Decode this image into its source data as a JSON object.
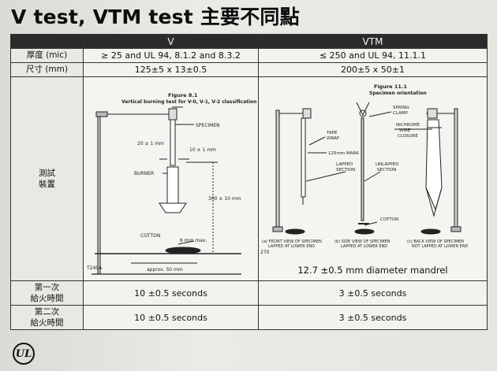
{
  "title": "V test, VTM test 主要不同點",
  "table": {
    "headers": [
      "",
      "V",
      "VTM"
    ],
    "rows": {
      "thickness": {
        "label": "厚度 (mic)",
        "v": "≥ 25 and UL 94, 8.1.2 and 8.3.2",
        "vtm": "≤ 250 and UL 94, 11.1.1"
      },
      "size": {
        "label": "尺寸 (mm)",
        "v": "125±5 x 13±0.5",
        "vtm": "200±5 x 50±1"
      },
      "apparatus": {
        "label_line1": "測試",
        "label_line2": "裝置"
      },
      "first_flame": {
        "label_line1": "第一次",
        "label_line2": "給火時間",
        "v": "10 ±0.5 seconds",
        "vtm": "3 ±0.5 seconds"
      },
      "second_flame": {
        "label_line1": "第二次",
        "label_line2": "給火時間",
        "v": "10 ±0.5 seconds",
        "vtm": "3 ±0.5 seconds"
      }
    }
  },
  "figure_v": {
    "title": "Figure 8.1",
    "subtitle": "Vertical burning test for V-0, V-1, V-2 classification",
    "specimen": "SPECIMEN",
    "dim1": "20 ± 1 mm",
    "dim2": "10 ± 1 mm",
    "burner": "BURNER",
    "dim3": "300 ± 10 mm",
    "cotton": "COTTON",
    "dim4": "6 mm max.",
    "dim5": "approx. 50 mm",
    "code": "T240A"
  },
  "figure_vtm": {
    "title": "Figure 11.1",
    "subtitle": "Specimen orientation",
    "tape": "TAPE",
    "wrap": "WRAP",
    "spring": "SPRING",
    "clamp": "CLAMP",
    "mark": "125mm MARK",
    "nichrome": "NICHROME",
    "wire": "WIRE",
    "closure": "CLOSURE",
    "lapped": "LAPPED",
    "lapped_section": "SECTION",
    "unlapped": "UNLAPPED",
    "unlapped_section": "SECTION",
    "cotton": "COTTON",
    "cap_a1": "(a) FRONT VIEW OF SPECIMEN",
    "cap_a2": "LAPPED AT LOWER END",
    "cap_b1": "(b) SIDE VIEW OF SPECIMEN",
    "cap_b2": "LAPPED AT LOWER END",
    "cap_c1": "(c) BACK VIEW OF SPECIMEN",
    "cap_c2": "NOT LAPPED AT LOWER END",
    "code": "270",
    "mandrel": "12.7 ±0.5 mm diameter mandrel"
  },
  "logo": "UL"
}
